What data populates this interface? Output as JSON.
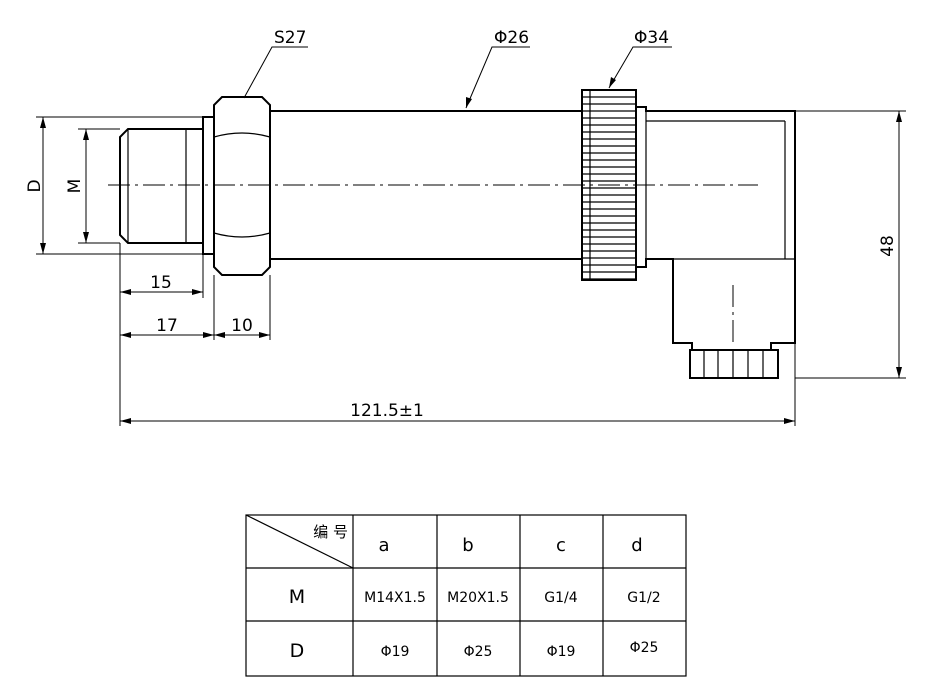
{
  "drawing": {
    "labels": {
      "hex": "S27",
      "body_dia": "Φ26",
      "nut_dia": "Φ34",
      "d": "D",
      "m": "M",
      "len_15": "15",
      "len_17": "17",
      "len_10": "10",
      "total": "121.5±1",
      "height": "48"
    }
  },
  "table": {
    "corner_label": "编 号",
    "columns": [
      "a",
      "b",
      "c",
      "d"
    ],
    "rows": [
      {
        "label": "M",
        "values": [
          "M14X1.5",
          "M20X1.5",
          "G1/4",
          "G1/2"
        ]
      },
      {
        "label": "D",
        "values": [
          "Φ19",
          "Φ25",
          "Φ19",
          "Φ25"
        ]
      }
    ]
  }
}
